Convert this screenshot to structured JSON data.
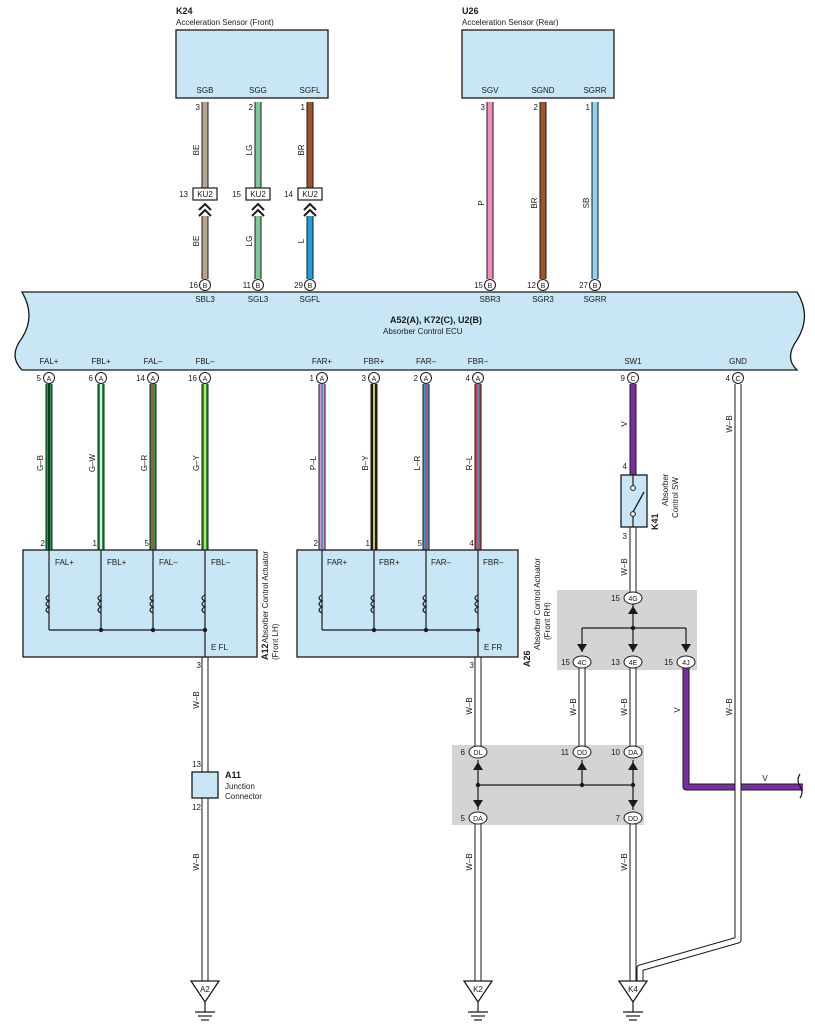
{
  "components": {
    "k24": {
      "id": "K24",
      "name": "Acceleration Sensor (Front)",
      "pins": [
        {
          "num": "3",
          "label": "SGB"
        },
        {
          "num": "2",
          "label": "SGG"
        },
        {
          "num": "1",
          "label": "SGFL"
        }
      ]
    },
    "u26": {
      "id": "U26",
      "name": "Acceleration Sensor (Rear)",
      "pins": [
        {
          "num": "3",
          "label": "SGV"
        },
        {
          "num": "2",
          "label": "SGND"
        },
        {
          "num": "1",
          "label": "SGRR"
        }
      ]
    },
    "ecu": {
      "id": "A52(A), K72(C), U2(B)",
      "name": "Absorber Control ECU",
      "top_pins": [
        {
          "num": "16",
          "conn": "B",
          "label": "SBL3"
        },
        {
          "num": "11",
          "conn": "B",
          "label": "SGL3"
        },
        {
          "num": "29",
          "conn": "B",
          "label": "SGFL"
        },
        {
          "num": "15",
          "conn": "B",
          "label": "SBR3"
        },
        {
          "num": "12",
          "conn": "B",
          "label": "SGR3"
        },
        {
          "num": "27",
          "conn": "B",
          "label": "SGRR"
        }
      ],
      "bottom_pins": [
        {
          "num": "5",
          "conn": "A",
          "label": "FAL+"
        },
        {
          "num": "6",
          "conn": "A",
          "label": "FBL+"
        },
        {
          "num": "14",
          "conn": "A",
          "label": "FAL–"
        },
        {
          "num": "16",
          "conn": "A",
          "label": "FBL–"
        },
        {
          "num": "1",
          "conn": "A",
          "label": "FAR+"
        },
        {
          "num": "3",
          "conn": "A",
          "label": "FBR+"
        },
        {
          "num": "2",
          "conn": "A",
          "label": "FAR–"
        },
        {
          "num": "4",
          "conn": "A",
          "label": "FBR–"
        },
        {
          "num": "9",
          "conn": "C",
          "label": "SW1"
        },
        {
          "num": "4",
          "conn": "C",
          "label": "GND"
        }
      ]
    },
    "a12": {
      "id": "A12",
      "name": "Absorber Control Actuator",
      "sub": "(Front LH)",
      "pins": [
        {
          "num": "2",
          "label": "FAL+"
        },
        {
          "num": "1",
          "label": "FBL+"
        },
        {
          "num": "5",
          "label": "FAL–"
        },
        {
          "num": "4",
          "label": "FBL–"
        }
      ],
      "ground_label": "E FL",
      "ground_pin": "3"
    },
    "a26": {
      "id": "A26",
      "name": "Absorber Control Actuator",
      "sub": "(Front RH)",
      "pins": [
        {
          "num": "2",
          "label": "FAR+"
        },
        {
          "num": "1",
          "label": "FBR+"
        },
        {
          "num": "5",
          "label": "FAR–"
        },
        {
          "num": "4",
          "label": "FBR–"
        }
      ],
      "ground_label": "E FR",
      "ground_pin": "3"
    },
    "k41": {
      "id": "K41",
      "name": "Absorber",
      "sub": "Control SW",
      "pin_top": "4",
      "pin_bottom": "3"
    },
    "a11": {
      "id": "A11",
      "name": "Junction",
      "sub": "Connector",
      "pin_top": "13",
      "pin_bottom": "12"
    }
  },
  "kv_connectors": [
    {
      "pin": "13",
      "name": "KU2"
    },
    {
      "pin": "15",
      "name": "KU2"
    },
    {
      "pin": "14",
      "name": "KU2"
    }
  ],
  "wire_labels": {
    "k24_upper": [
      "BE",
      "LG",
      "BR"
    ],
    "k24_lower": [
      "BE",
      "LG",
      "L"
    ],
    "u26": [
      "P",
      "BR",
      "SB"
    ],
    "lh": [
      "G–B",
      "G–W",
      "G–R",
      "G–Y"
    ],
    "rh": [
      "P–L",
      "B–Y",
      "L–R",
      "R–L"
    ],
    "sw1": "V",
    "gnd": "W–B",
    "k41_out": "W–B",
    "a12_gnd": "W–B",
    "a12_gnd_lower": "W–B",
    "a26_gnd": "W–B",
    "a26_gnd_lower": "W–B",
    "splice_4c": "W–B",
    "splice_4e": "W–B",
    "splice_4j": "V",
    "gnd_mid": "W–B",
    "v_out": "V",
    "k4_lower": "W–B"
  },
  "splices": {
    "top": {
      "in": {
        "pin": "15",
        "name": "4G"
      },
      "outs": [
        {
          "pin": "15",
          "name": "4C"
        },
        {
          "pin": "13",
          "name": "4E"
        },
        {
          "pin": "15",
          "name": "4J"
        }
      ]
    },
    "bottom": {
      "ins": [
        {
          "pin": "6",
          "name": "DL"
        },
        {
          "pin": "11",
          "name": "DD"
        },
        {
          "pin": "10",
          "name": "DA"
        }
      ],
      "outs": [
        {
          "pin": "5",
          "name": "DA"
        },
        {
          "pin": "7",
          "name": "DD"
        }
      ]
    }
  },
  "grounds": [
    "A2",
    "K2",
    "K4"
  ],
  "colors": {
    "BE": "#b5a494",
    "LG": "#7dc79b",
    "BR": "#a0522d",
    "L": "#1e9ee0",
    "P": "#f08cbf",
    "SB": "#8fd3f2",
    "V": "#7a2fa0",
    "WB": "#ffffff",
    "component": "#c8e6f5",
    "splice_area": "#d4d4d4"
  }
}
